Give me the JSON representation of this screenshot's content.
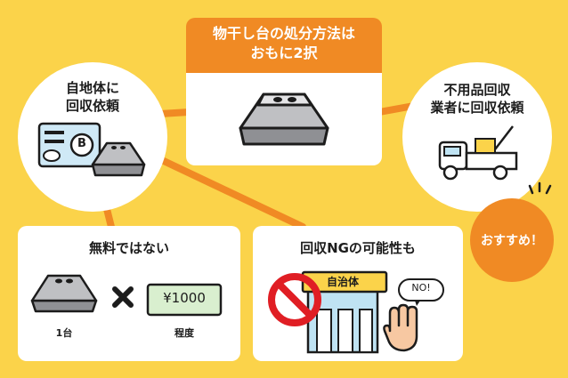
{
  "center": {
    "title_line1": "物干し台の処分方法は",
    "title_line2": "おもに2択"
  },
  "left_option": {
    "line1": "自地体に",
    "line2": "回収依頼",
    "card_letter": "B"
  },
  "right_option": {
    "line1": "不用品回収",
    "line2": "業者に回収依頼"
  },
  "badge": {
    "label": "おすすめ！"
  },
  "fee_panel": {
    "title": "無料ではない",
    "unit_label": "1台",
    "price": "¥1000",
    "approx_label": "程度"
  },
  "ng_panel": {
    "title": "回収NGの可能性も",
    "sign": "自治体",
    "speech": "NO!"
  },
  "colors": {
    "background": "#fbd34a",
    "accent": "#f08a24",
    "dark": "#1c1c1c"
  }
}
